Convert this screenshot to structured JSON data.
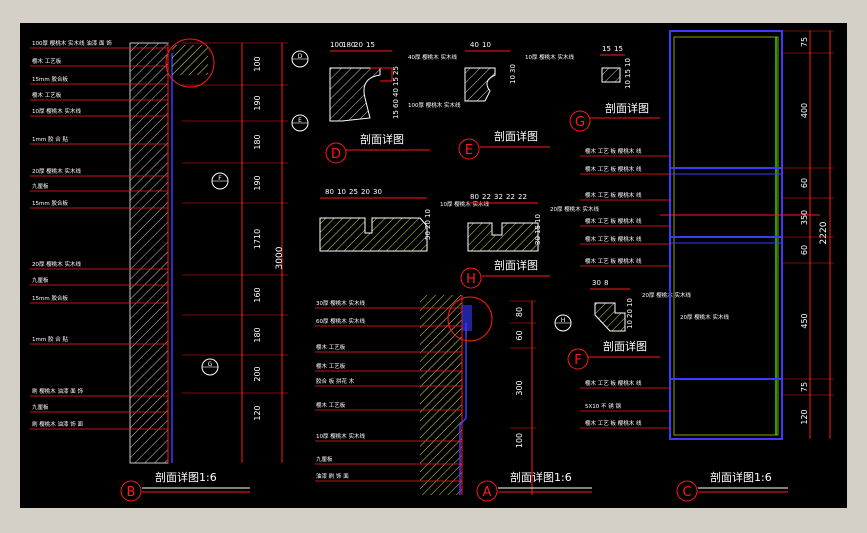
{
  "drawing": {
    "background": "#000000",
    "frame_color": "#d4d0c8",
    "colors": {
      "line": "#ff1a1a",
      "text_dim": "#ffffff",
      "hatch": "#c8c8c8",
      "blue": "#3b3bff",
      "green": "#19e019",
      "yellow": "#ffff00",
      "white": "#ffffff"
    }
  },
  "titles": {
    "B": {
      "letter": "B",
      "text": "剖面详图1:6"
    },
    "A": {
      "letter": "A",
      "text": "剖面详图1:6"
    },
    "C": {
      "letter": "C",
      "text": "剖面详图1:6"
    },
    "D": {
      "letter": "D",
      "text": "剖面详图"
    },
    "E": {
      "letter": "E",
      "text": "剖面详图"
    },
    "G": {
      "letter": "G",
      "text": "剖面详图"
    },
    "H": {
      "letter": "H",
      "text": "剖面详图"
    },
    "F": {
      "letter": "F",
      "text": "剖面详图"
    }
  },
  "section_B": {
    "notes": [
      "100厚 樱桃木 实木线 油漆 面 饰",
      "樱木 工艺板",
      "15mm 胶合板",
      "樱木 工艺板",
      "10厚 樱桃木 实木线",
      "1mm 胶 合 贴",
      "20厚 樱桃木 实木线",
      "九厘板",
      "15mm 胶合板",
      "20厚 樱桃木 实木线",
      "九厘板",
      "15mm 胶合板",
      "1mm 胶 合 贴",
      "刷 樱桃木 油漆 面 饰",
      "九厘板",
      "刷 樱桃木 油漆 饰 面"
    ],
    "dims": [
      "100",
      "190",
      "180",
      "190",
      "1710",
      "160",
      "180",
      "200",
      "120"
    ],
    "total": "3000",
    "markers": [
      "D",
      "E",
      "F",
      "G"
    ]
  },
  "section_A": {
    "notes": [
      "30厚 樱桃木 实木线",
      "60厚 樱桃木 实木线",
      "樱木 工艺板",
      "樱木 工艺板",
      "胶合 板 拼花 木",
      "樱木 工艺板",
      "10厚 樱桃木 实木线",
      "九厘板",
      "油漆 刷 饰 面"
    ],
    "dims": [
      "80",
      "60",
      "300",
      "100"
    ],
    "markers": [
      "H"
    ]
  },
  "section_C": {
    "notes": [
      "樱木 工艺 板 樱桃木 线",
      "樱木 工艺 板 樱桃木 线",
      "樱木 工艺 板 樱桃木 线",
      "樱木 工艺 板 樱桃木 线",
      "樱木 工艺 板 樱桃木 线",
      "樱木 工艺 板 樱桃木 线",
      "20厚 樱桃木 实木线",
      "樱木 工艺 板 樱桃木 线",
      "5X10 不 锈 钢",
      "樱木 工艺 板 樱桃木 线"
    ],
    "dims": [
      "75",
      "400",
      "60",
      "350",
      "60",
      "450",
      "75",
      "120"
    ],
    "total": "2220"
  },
  "detail_D": {
    "top_dims": [
      "100",
      "180",
      "20",
      "15"
    ],
    "side_dims": [
      "25",
      "15",
      "40",
      "60",
      "15"
    ],
    "notes": [
      "40厚 樱桃木 实木线",
      "100厚 樱桃木 实木线"
    ]
  },
  "detail_E": {
    "top_dims": [
      "40",
      "10"
    ],
    "side_dims": [
      "30",
      "10"
    ],
    "notes": [
      "10厚 樱桃木 实木线"
    ]
  },
  "detail_G": {
    "top_dims": [
      "15",
      "15"
    ],
    "side_dims": [
      "10",
      "15",
      "10"
    ]
  },
  "detail_panel1": {
    "top_dims": [
      "80",
      "10",
      "25",
      "20",
      "30"
    ],
    "side_dims": [
      "10",
      "20",
      "50"
    ],
    "notes": [
      "10厚 樱桃木 实木线"
    ]
  },
  "detail_panel2": {
    "top_dims": [
      "80",
      "22",
      "32",
      "22",
      "22"
    ],
    "side_dims": [
      "10",
      "15",
      "30"
    ],
    "notes": [
      "20厚 樱桃木 实木线"
    ]
  },
  "detail_F": {
    "top_dims": [
      "30",
      "8"
    ],
    "side_dims": [
      "10",
      "20",
      "10"
    ],
    "notes": [
      "20厚 樱桃木 实木线"
    ]
  }
}
